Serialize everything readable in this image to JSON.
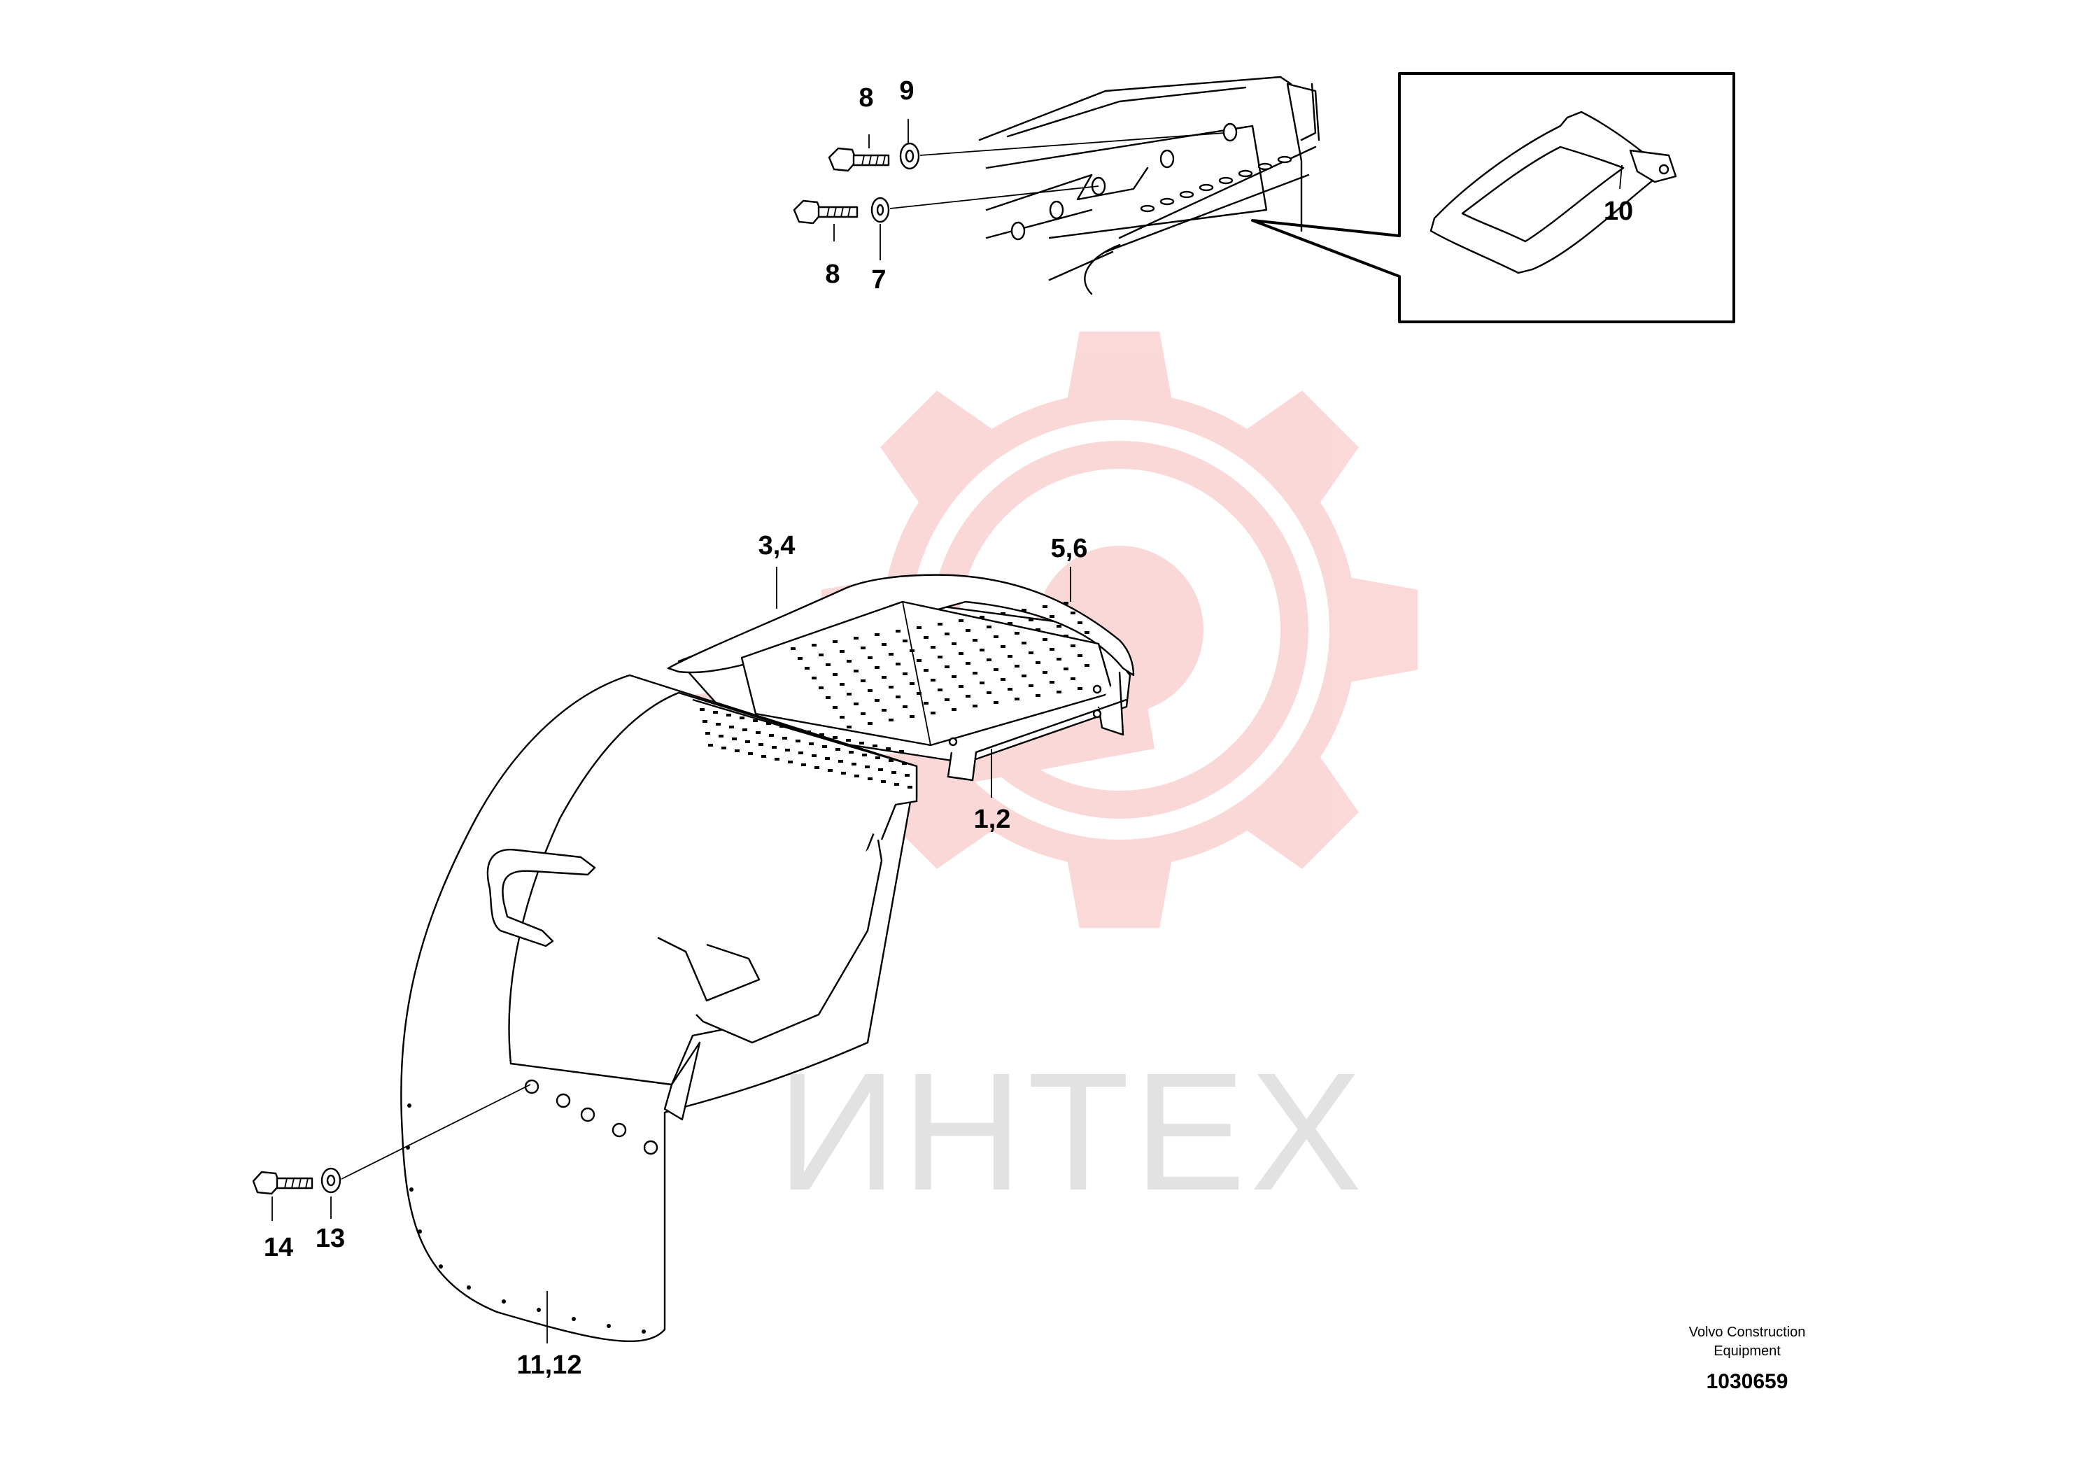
{
  "diagram": {
    "part_labels": {
      "p8a": "8",
      "p9": "9",
      "p8b": "8",
      "p7": "7",
      "p10": "10",
      "p34": "3,4",
      "p56": "5,6",
      "p12": "1,2",
      "p14": "14",
      "p13": "13",
      "p1112": "11,12"
    },
    "manufacturer_line1": "Volvo Construction",
    "manufacturer_line2": "Equipment",
    "drawing_number": "1030659"
  },
  "watermark": {
    "text": "ИНТЕХ",
    "color": "#f7b9b9"
  }
}
